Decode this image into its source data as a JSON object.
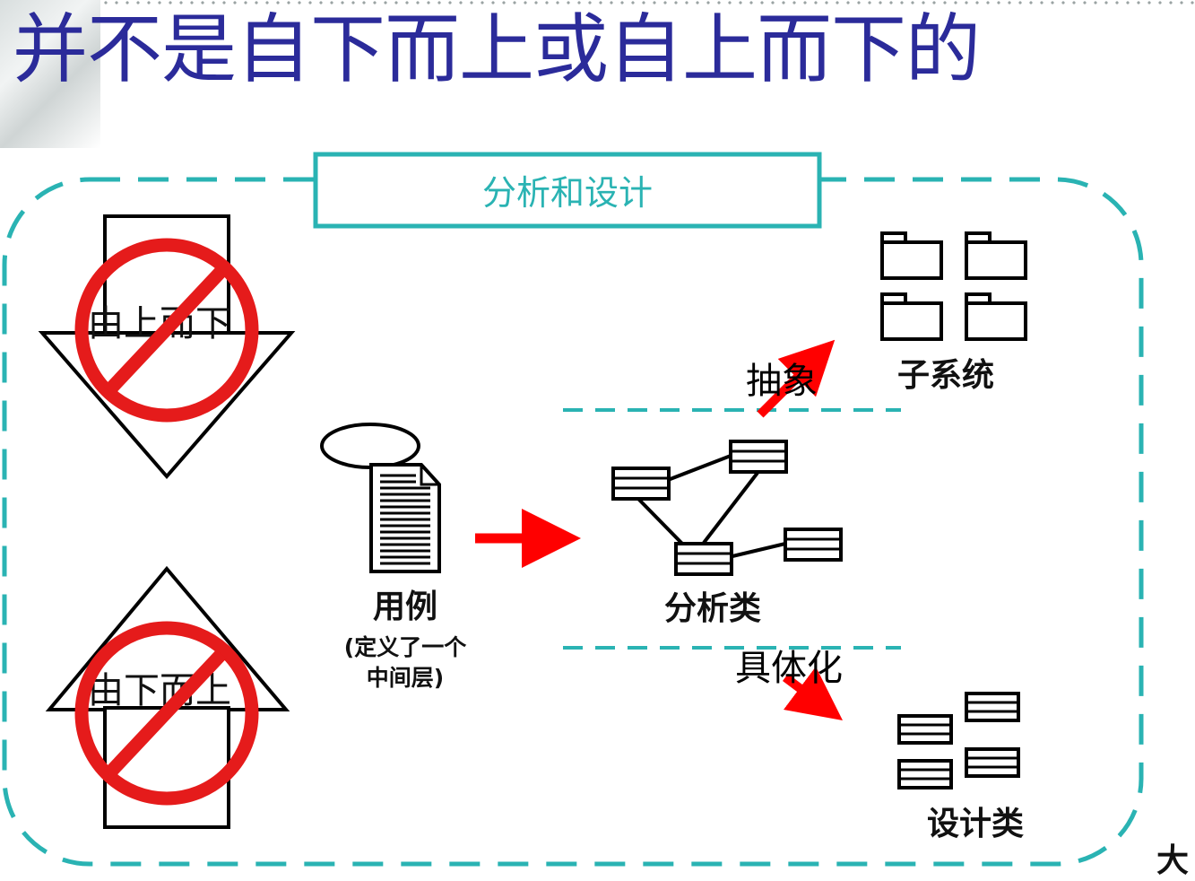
{
  "slide": {
    "title": "并不是自下而上或自上而下的"
  },
  "diagram": {
    "frame_label": "分析和设计",
    "top_down_label": "由上而下",
    "bottom_up_label": "由下而上",
    "use_case": {
      "title": "用例",
      "note_line1": "(定义了一个",
      "note_line2": "中间层)"
    },
    "analysis_classes_label": "分析类",
    "abstraction_label": "抽象",
    "subsystems_label": "子系统",
    "concretization_label": "具体化",
    "design_classes_label": "设计类"
  },
  "logo": {
    "text": "大"
  },
  "colors": {
    "title": "#2b2b9a",
    "frame": "#2ab3b3",
    "arrow": "#ff0000",
    "prohibition": "#e51b1b"
  }
}
